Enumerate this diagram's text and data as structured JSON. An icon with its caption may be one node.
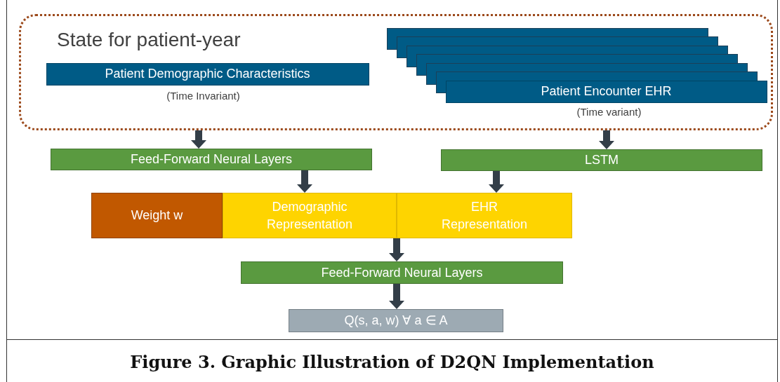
{
  "diagram": {
    "caption": "Figure 3. Graphic Illustration of D2QN Implementation",
    "nodes": [
      {
        "text": [
          "State for patient-year"
        ]
      },
      {
        "text": [
          "Patient Demographic Characteristics"
        ],
        "beside": [
          "(Time Invariant)"
        ],
        "in": 0
      },
      {
        "text": [
          "Patient Encounter EHR"
        ],
        "beside": [
          "(Time variant)"
        ],
        "in": 0
      },
      {
        "text": [
          "Feed-Forward Neural Layers"
        ]
      },
      {
        "text": [
          "LSTM"
        ]
      },
      {
        "text": [
          "Weight w"
        ]
      },
      {
        "text": [
          "Demographic Representation"
        ]
      },
      {
        "text": [
          "EHR Representation"
        ]
      },
      {
        "text": [
          "Feed-Forward Neural Layers"
        ]
      },
      {
        "text": [
          "Q(s, a, w) ∀ a ∈ A"
        ]
      }
    ],
    "edges": [
      {
        "from": 0,
        "to": 3,
        "arrow": "to"
      },
      {
        "from": 0,
        "to": 4,
        "arrow": "to"
      },
      {
        "from": 3,
        "to": 6,
        "arrow": "to"
      },
      {
        "from": 4,
        "to": 7,
        "arrow": "to"
      },
      {
        "from": 6,
        "to": 8,
        "arrow": "to"
      },
      {
        "from": 7,
        "to": 8,
        "arrow": "to"
      },
      {
        "from": 8,
        "to": 9,
        "arrow": "to"
      }
    ]
  }
}
